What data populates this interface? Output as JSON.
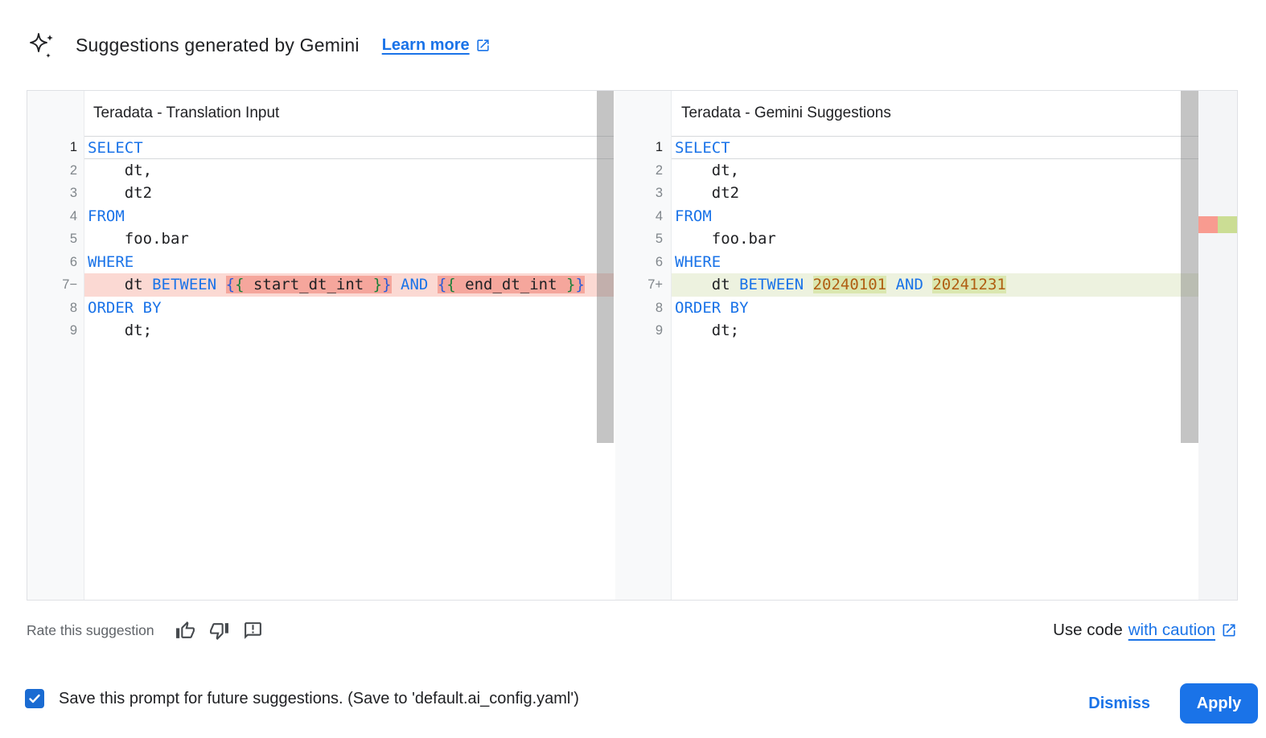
{
  "header": {
    "icon": "gemini-sparkle-icon",
    "title": "Suggestions generated by Gemini",
    "learn_more_label": "Learn more"
  },
  "diff": {
    "left": {
      "title": "Teradata - Translation Input",
      "lines": [
        {
          "gutter": "1",
          "active": true,
          "tokens": [
            [
              "kw",
              "SELECT"
            ]
          ]
        },
        {
          "gutter": "2",
          "tokens": [
            [
              "id",
              "    dt,"
            ]
          ]
        },
        {
          "gutter": "3",
          "tokens": [
            [
              "id",
              "    dt2"
            ]
          ]
        },
        {
          "gutter": "4",
          "tokens": [
            [
              "kw",
              "FROM"
            ]
          ]
        },
        {
          "gutter": "5",
          "tokens": [
            [
              "id",
              "    foo.bar"
            ]
          ]
        },
        {
          "gutter": "6",
          "tokens": [
            [
              "kw",
              "WHERE"
            ]
          ]
        },
        {
          "gutter": "7−",
          "diff": "removed",
          "tokens": [
            [
              "id",
              "    dt "
            ],
            [
              "kw",
              "BETWEEN"
            ],
            [
              "id",
              " "
            ],
            [
              "brO",
              "{",
              1
            ],
            [
              "brI",
              "{",
              1
            ],
            [
              "id",
              " start_dt_int ",
              1
            ],
            [
              "brI",
              "}",
              1
            ],
            [
              "brO",
              "}",
              1
            ],
            [
              "id",
              " "
            ],
            [
              "kw",
              "AND"
            ],
            [
              "id",
              " "
            ],
            [
              "brO",
              "{",
              1
            ],
            [
              "brI",
              "{",
              1
            ],
            [
              "id",
              " end_dt_int ",
              1
            ],
            [
              "brI",
              "}",
              1
            ],
            [
              "brO",
              "}",
              1
            ]
          ]
        },
        {
          "gutter": "8",
          "tokens": [
            [
              "kw",
              "ORDER BY"
            ]
          ]
        },
        {
          "gutter": "9",
          "tokens": [
            [
              "id",
              "    dt;"
            ]
          ]
        }
      ]
    },
    "right": {
      "title": "Teradata - Gemini Suggestions",
      "lines": [
        {
          "gutter": "1",
          "active": true,
          "tokens": [
            [
              "kw",
              "SELECT"
            ]
          ]
        },
        {
          "gutter": "2",
          "tokens": [
            [
              "id",
              "    dt,"
            ]
          ]
        },
        {
          "gutter": "3",
          "tokens": [
            [
              "id",
              "    dt2"
            ]
          ]
        },
        {
          "gutter": "4",
          "tokens": [
            [
              "kw",
              "FROM"
            ]
          ]
        },
        {
          "gutter": "5",
          "tokens": [
            [
              "id",
              "    foo.bar"
            ]
          ]
        },
        {
          "gutter": "6",
          "tokens": [
            [
              "kw",
              "WHERE"
            ]
          ]
        },
        {
          "gutter": "7+",
          "diff": "added",
          "tokens": [
            [
              "id",
              "    dt "
            ],
            [
              "kw",
              "BETWEEN"
            ],
            [
              "id",
              " "
            ],
            [
              "num",
              "20240101",
              1
            ],
            [
              "id",
              " "
            ],
            [
              "kw",
              "AND"
            ],
            [
              "id",
              " "
            ],
            [
              "num",
              "20241231",
              1
            ]
          ]
        },
        {
          "gutter": "8",
          "tokens": [
            [
              "kw",
              "ORDER BY"
            ]
          ]
        },
        {
          "gutter": "9",
          "tokens": [
            [
              "id",
              "    dt;"
            ]
          ]
        }
      ]
    }
  },
  "footer": {
    "rate_label": "Rate this suggestion",
    "icons": [
      "thumbs-up-icon",
      "thumbs-down-icon",
      "feedback-icon"
    ],
    "use_code_prefix": "Use code",
    "use_code_link_label": "with caution"
  },
  "save_row": {
    "checked": true,
    "label": "Save this prompt for future suggestions. (Save to 'default.ai_config.yaml')"
  },
  "actions": {
    "dismiss_label": "Dismiss",
    "apply_label": "Apply"
  },
  "colors": {
    "accent": "#1a73e8",
    "keyword": "#1a73e8",
    "number": "#b05e12",
    "brace_outer": "#2a5bd7",
    "brace_inner": "#188038",
    "removed_line_bg": "#fbd9d3",
    "removed_word_bg": "#f5a69c",
    "added_line_bg": "#edf2df",
    "added_word_bg": "#dbe7b0",
    "gutter_bg": "#f8f9fa",
    "scrollbar": "#c4c4c4"
  }
}
